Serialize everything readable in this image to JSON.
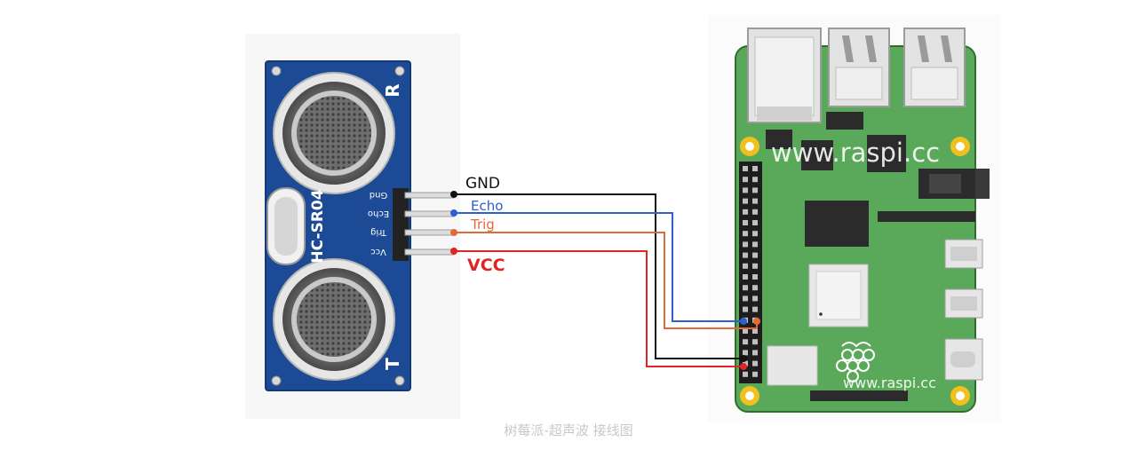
{
  "sensor": {
    "model": "HC-SR04",
    "receiver_mark": "R",
    "transmitter_mark": "T",
    "pins": [
      "Gnd",
      "Echo",
      "Trig",
      "Vcc"
    ],
    "board_color": "#1c4a94"
  },
  "wires": [
    {
      "label": "GND",
      "color": "#111111"
    },
    {
      "label": "Echo",
      "color": "#2f5fcf"
    },
    {
      "label": "Trig",
      "color": "#e06a3a"
    },
    {
      "label": "VCC",
      "color": "#e02424"
    }
  ],
  "raspi": {
    "watermark_top": "www.raspi.cc",
    "watermark_bottom": "www.raspi.cc",
    "board_color": "#5aa85a"
  },
  "caption": "树莓派-超声波 接线图"
}
